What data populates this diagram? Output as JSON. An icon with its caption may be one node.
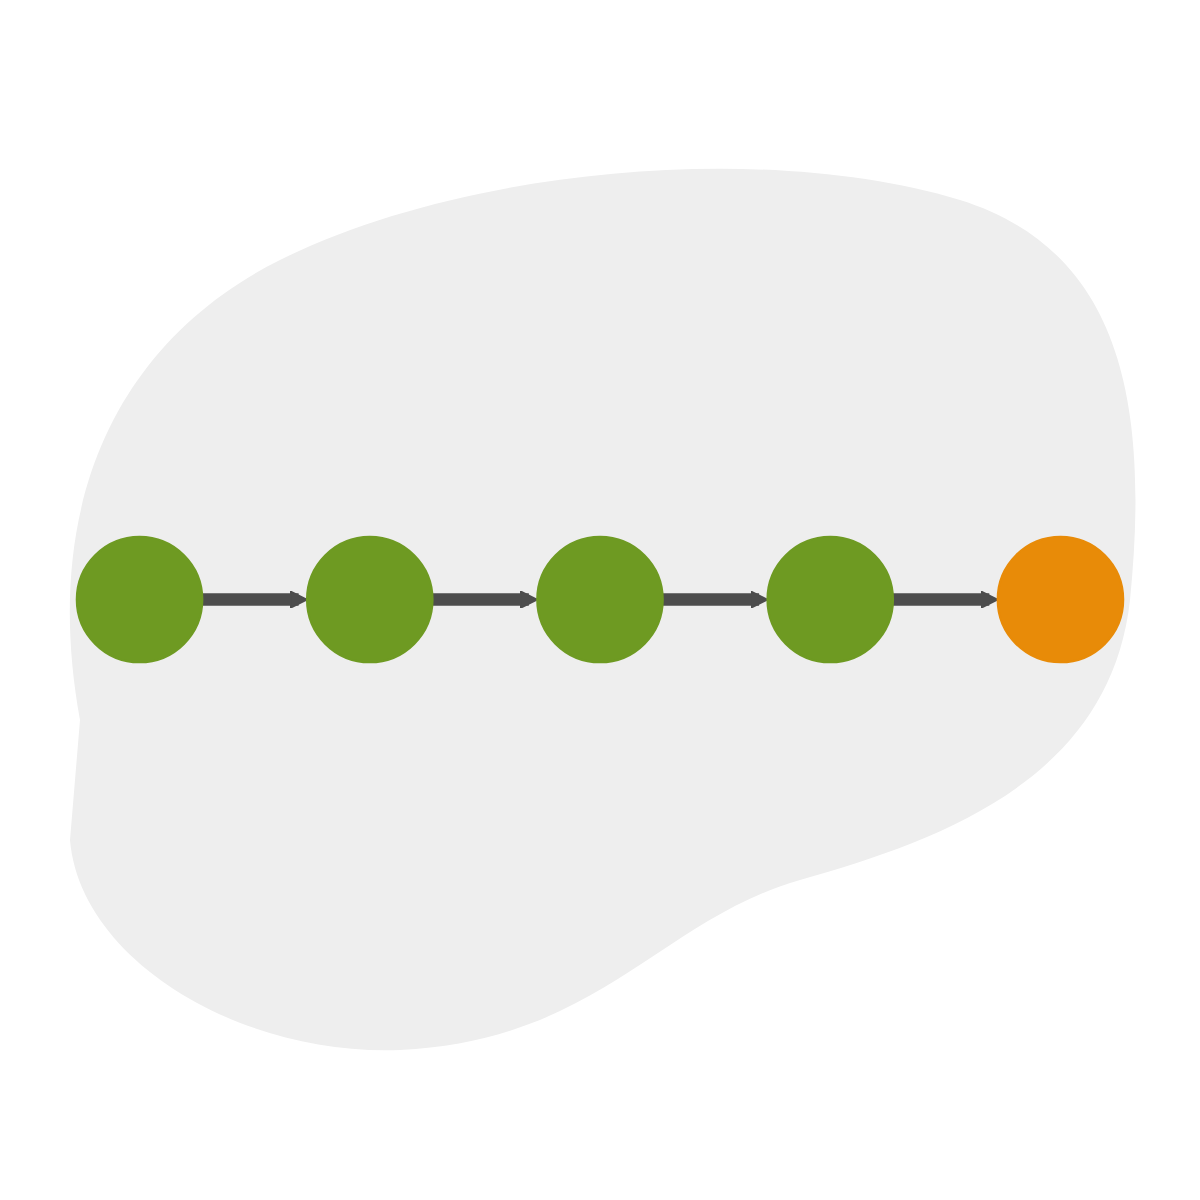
{
  "diagram": {
    "nodes": [
      {
        "text": [],
        "shape": "circle"
      },
      {
        "text": [],
        "shape": "circle"
      },
      {
        "text": [],
        "shape": "circle"
      },
      {
        "text": [],
        "shape": "circle"
      },
      {
        "text": [],
        "shape": "circle"
      }
    ],
    "edges": [
      {
        "from": 0,
        "to": 1,
        "arrow": "to"
      },
      {
        "from": 1,
        "to": 2,
        "arrow": "to"
      },
      {
        "from": 2,
        "to": 3,
        "arrow": "to"
      },
      {
        "from": 3,
        "to": 4,
        "arrow": "to"
      }
    ]
  }
}
